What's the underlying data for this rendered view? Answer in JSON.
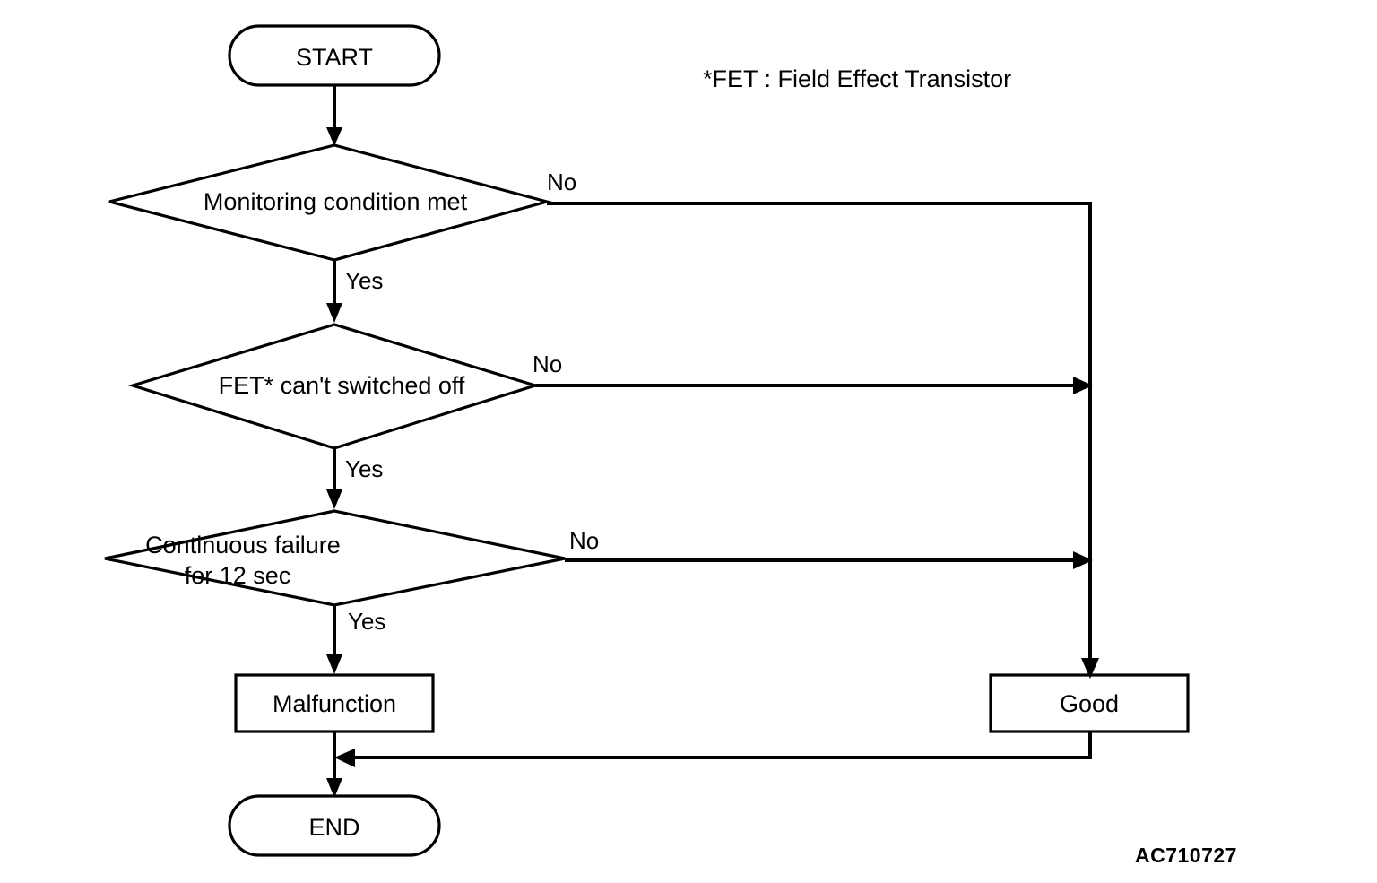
{
  "diagram": {
    "title": "FET monitoring diagnostic flowchart",
    "legend": "*FET : Field Effect Transistor",
    "watermark": "AC710727",
    "colors": {
      "stroke": "#000000",
      "background": "#ffffff",
      "text": "#000000"
    },
    "nodes": {
      "start": {
        "label": "START",
        "shape": "terminator"
      },
      "decision_1": {
        "label": "Monitoring condition met",
        "shape": "diamond"
      },
      "decision_2": {
        "label": "FET* can't switched off",
        "shape": "diamond"
      },
      "decision_3": {
        "label_line_1": "Continuous failure",
        "label_line_2": "for 12 sec",
        "shape": "diamond"
      },
      "malfunction": {
        "label": "Malfunction",
        "shape": "rectangle"
      },
      "good": {
        "label": "Good",
        "shape": "rectangle"
      },
      "end": {
        "label": "END",
        "shape": "terminator"
      }
    },
    "branch_labels": {
      "d1_no": "No",
      "d1_yes": "Yes",
      "d2_no": "No",
      "d2_yes": "Yes",
      "d3_no": "No",
      "d3_yes": "Yes"
    }
  }
}
